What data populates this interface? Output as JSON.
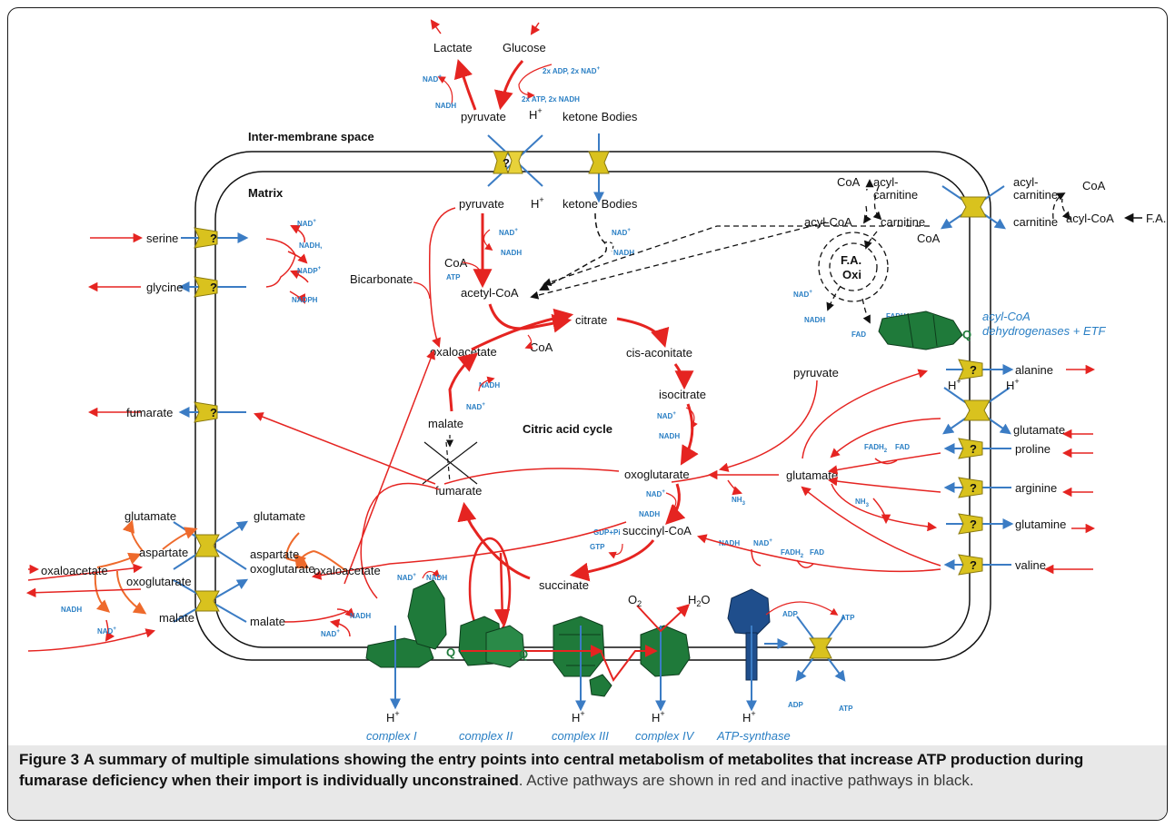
{
  "figure": {
    "regions": {
      "ims": "Inter-membrane space",
      "matrix": "Matrix",
      "tca": "Citric acid cycle"
    },
    "outside_top": {
      "lactate": "Lactate",
      "glucose": "Glucose",
      "pyruvate": "pyruvate",
      "ketone": "ketone Bodies",
      "hplus": "H",
      "adp_nad": "2x ADP, 2x NAD",
      "atp_nadh": "2x ATP, 2x NADH",
      "nad": "NAD",
      "nadh": "NADH"
    },
    "matrix": {
      "pyruvate": "pyruvate",
      "ketone": "ketone Bodies",
      "hplus": "H",
      "coa": "CoA",
      "acetyl_coa": "acetyl-CoA",
      "bicarbonate": "Bicarbonate",
      "atp": "ATP",
      "citrate": "citrate",
      "cis_aconitate": "cis-aconitate",
      "isocitrate": "isocitrate",
      "oxoglutarate": "oxoglutarate",
      "succinyl_coa": "succinyl-CoA",
      "succinate": "succinate",
      "fumarate": "fumarate",
      "malate": "malate",
      "oxaloacetate": "oxaloacetate",
      "glutamate": "glutamate",
      "pyruvate2": "pyruvate",
      "nh3": "NH",
      "nad": "NAD",
      "nadh": "NADH",
      "fadh2": "FADH",
      "fad": "FAD",
      "gdp_pi": "GDP+Pi",
      "gtp": "GTP",
      "aspartate": "aspartate",
      "glutamate_l": "glutamate",
      "oxoglutarate_l": "oxoglutarate",
      "oxaloacetate_l": "oxaloacetate",
      "malate_l": "malate",
      "nadph": "NADPH",
      "nadh_comma": "NADH,",
      "nadp": "NADP"
    },
    "fa": {
      "coa1": "CoA",
      "acyl_carnitine": [
        "acyl-",
        "carnitine"
      ],
      "acyl_coa": "acyl-CoA",
      "carnitine": "carnitine",
      "coa2": "CoA",
      "fa_oxi": [
        "F.A.",
        "Oxi"
      ],
      "nad": "NAD",
      "nadh": "NADH",
      "fadh2": "FADH",
      "fad": "FAD",
      "q": "Q",
      "dehydro": [
        "acyl-CoA",
        "dehydrogenases + ETF"
      ]
    },
    "right_outside": {
      "acyl_carnitine": [
        "acyl-",
        "carnitine"
      ],
      "coa": "CoA",
      "carnitine": "carnitine",
      "acyl_coa": "acyl-CoA",
      "fa": "F.A.",
      "alanine": "alanine",
      "glutamate": "glutamate",
      "proline": "proline",
      "arginine": "arginine",
      "glutamine": "glutamine",
      "valine": "valine",
      "hplus": "H"
    },
    "left_outside": {
      "serine": "serine",
      "glycine": "glycine",
      "fumarate": "fumarate",
      "glutamate": "glutamate",
      "oxaloacetate": "oxaloacetate",
      "aspartate": "aspartate",
      "oxoglutarate": "oxoglutarate",
      "malate": "malate",
      "nadh": "NADH",
      "nad": "NAD"
    },
    "etc": {
      "complex1": "complex I",
      "complex2": "complex II",
      "complex3": "complex III",
      "complex4": "complex IV",
      "atp_synthase": "ATP-synthase",
      "q": "Q",
      "o2": "O",
      "h2o": "H",
      "h2o_tail": "O",
      "hplus": "H",
      "adp": "ADP",
      "atp": "ATP",
      "nad": "NAD",
      "nadh": "NADH"
    },
    "transporter_mark": "?"
  },
  "caption": {
    "label": "Figure 3",
    "bold": "A summary of multiple simulations showing the entry points into central metabolism of metabolites that increase ATP production during fumarase deficiency when their import is individually unconstrained",
    "rest": ". Active pathways are shown in red and inactive pathways in black."
  },
  "colors": {
    "active": "#e52421",
    "inactive": "#111111",
    "cofactor": "#2a7fc4",
    "transporter": "#d9c21e",
    "complex": "#1f7a3a",
    "atp_synthase": "#1f4e8c"
  }
}
